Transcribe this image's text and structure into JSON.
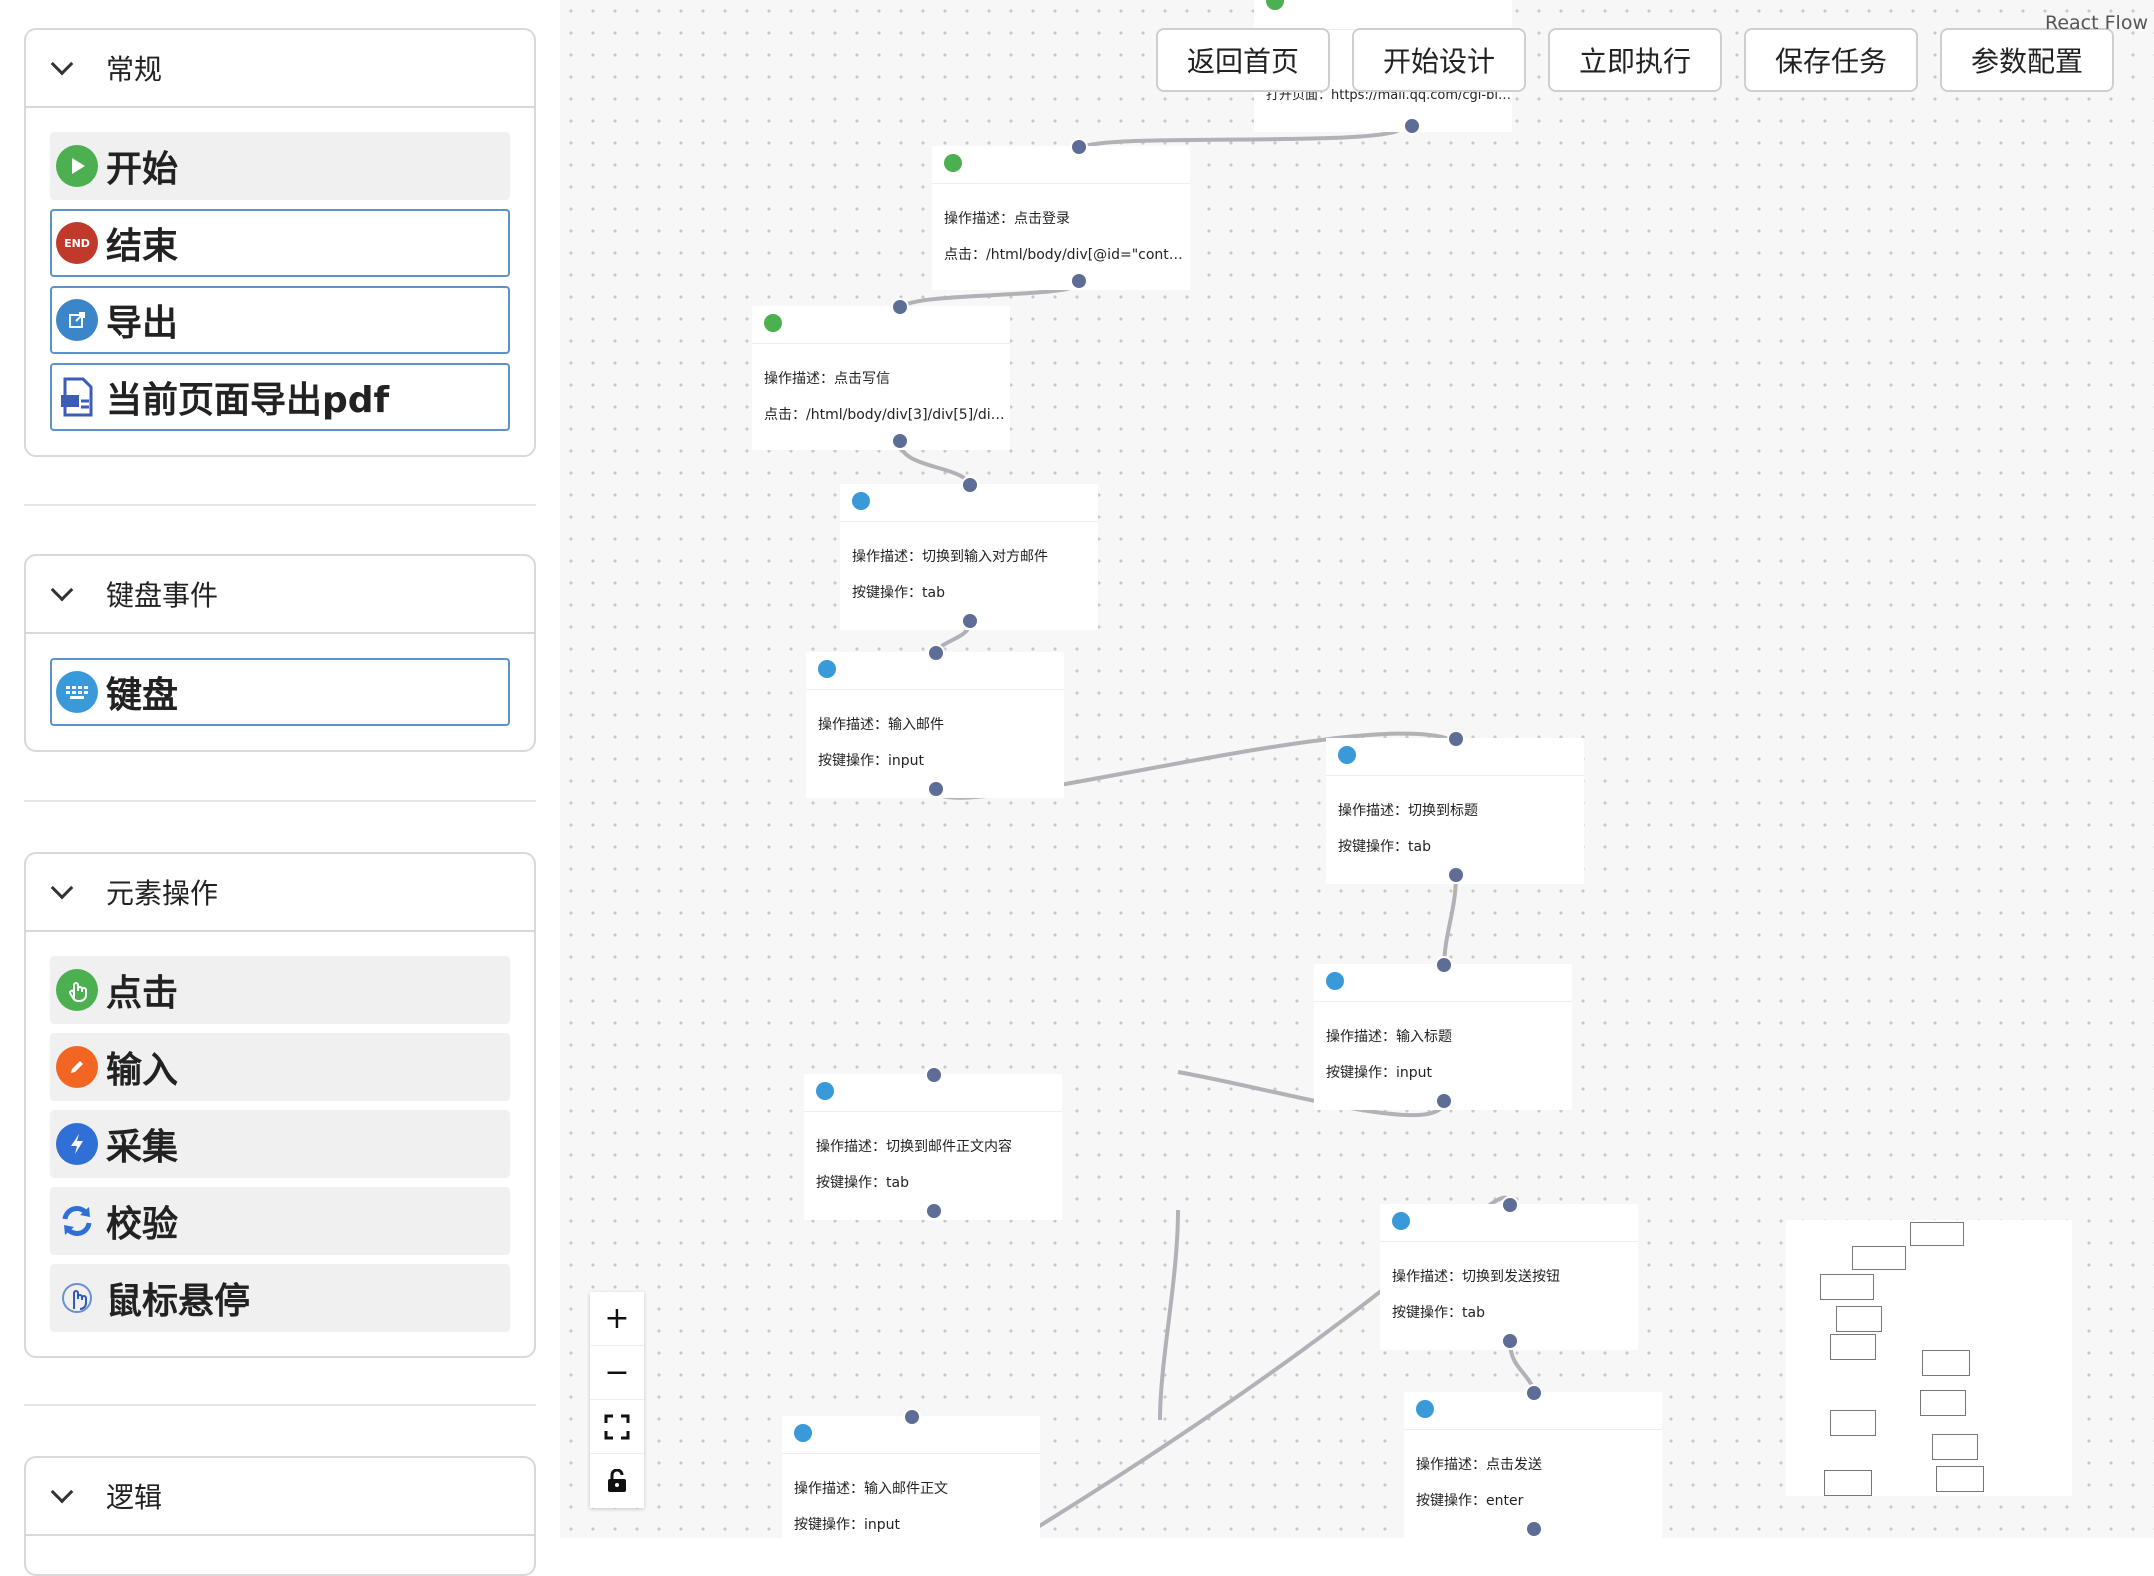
{
  "sidebar": {
    "groups": [
      {
        "title": "常规",
        "items": [
          {
            "label": "开始",
            "icon": "play-icon"
          },
          {
            "label": "结束",
            "icon": "end-icon",
            "icon_text": "END"
          },
          {
            "label": "导出",
            "icon": "export-icon"
          },
          {
            "label": "当前页面导出pdf",
            "icon": "pdf-icon"
          }
        ]
      },
      {
        "title": "键盘事件",
        "items": [
          {
            "label": "键盘",
            "icon": "keyboard-icon"
          }
        ]
      },
      {
        "title": "元素操作",
        "items": [
          {
            "label": "点击",
            "icon": "click-icon"
          },
          {
            "label": "输入",
            "icon": "pencil-icon"
          },
          {
            "label": "采集",
            "icon": "lightning-icon"
          },
          {
            "label": "校验",
            "icon": "refresh-icon"
          },
          {
            "label": "鼠标悬停",
            "icon": "hover-icon"
          }
        ]
      },
      {
        "title": "逻辑",
        "items": []
      }
    ]
  },
  "toolbar": {
    "buttons": [
      "返回首页",
      "开始设计",
      "立即执行",
      "保存任务",
      "参数配置"
    ]
  },
  "attribution": "React Flow",
  "controls": {
    "zoom_in": "+",
    "zoom_out": "−"
  },
  "nodes": [
    {
      "line1": "打开页面：https://mail.qq.com/cgi-bin/fr...",
      "icon": "click-icon"
    },
    {
      "line1": "操作描述：点击登录",
      "line2": "点击：/html/body/div[@id=\"container\"]/...",
      "icon": "click-icon"
    },
    {
      "line1": "操作描述：点击写信",
      "line2": "点击：/html/body/div[3]/div[5]/div[1]/ul[1...",
      "icon": "click-icon"
    },
    {
      "line1": "操作描述：切换到输入对方邮件",
      "line2": "按键操作：tab",
      "icon": "keyboard-icon"
    },
    {
      "line1": "操作描述：输入邮件",
      "line2": "按键操作：input",
      "icon": "keyboard-icon"
    },
    {
      "line1": "操作描述：切换到标题",
      "line2": "按键操作：tab",
      "icon": "keyboard-icon"
    },
    {
      "line1": "操作描述：输入标题",
      "line2": "按键操作：input",
      "icon": "keyboard-icon"
    },
    {
      "line1": "操作描述：切换到邮件正文内容",
      "line2": "按键操作：tab",
      "icon": "keyboard-icon"
    },
    {
      "line1": "操作描述：切换到发送按钮",
      "line2": "按键操作：tab",
      "icon": "keyboard-icon"
    },
    {
      "line1": "操作描述：输入邮件正文",
      "line2": "按键操作：input",
      "icon": "keyboard-icon"
    },
    {
      "line1": "操作描述：点击发送",
      "line2": "按键操作：enter",
      "icon": "keyboard-icon"
    }
  ],
  "colors": {
    "handle": "#5d6d96",
    "edge": "#b1b1b7",
    "item_border": "#5a92c9",
    "green": "#4caf50",
    "red": "#c0392b",
    "blue": "#3a86c8",
    "orange": "#f26522"
  }
}
